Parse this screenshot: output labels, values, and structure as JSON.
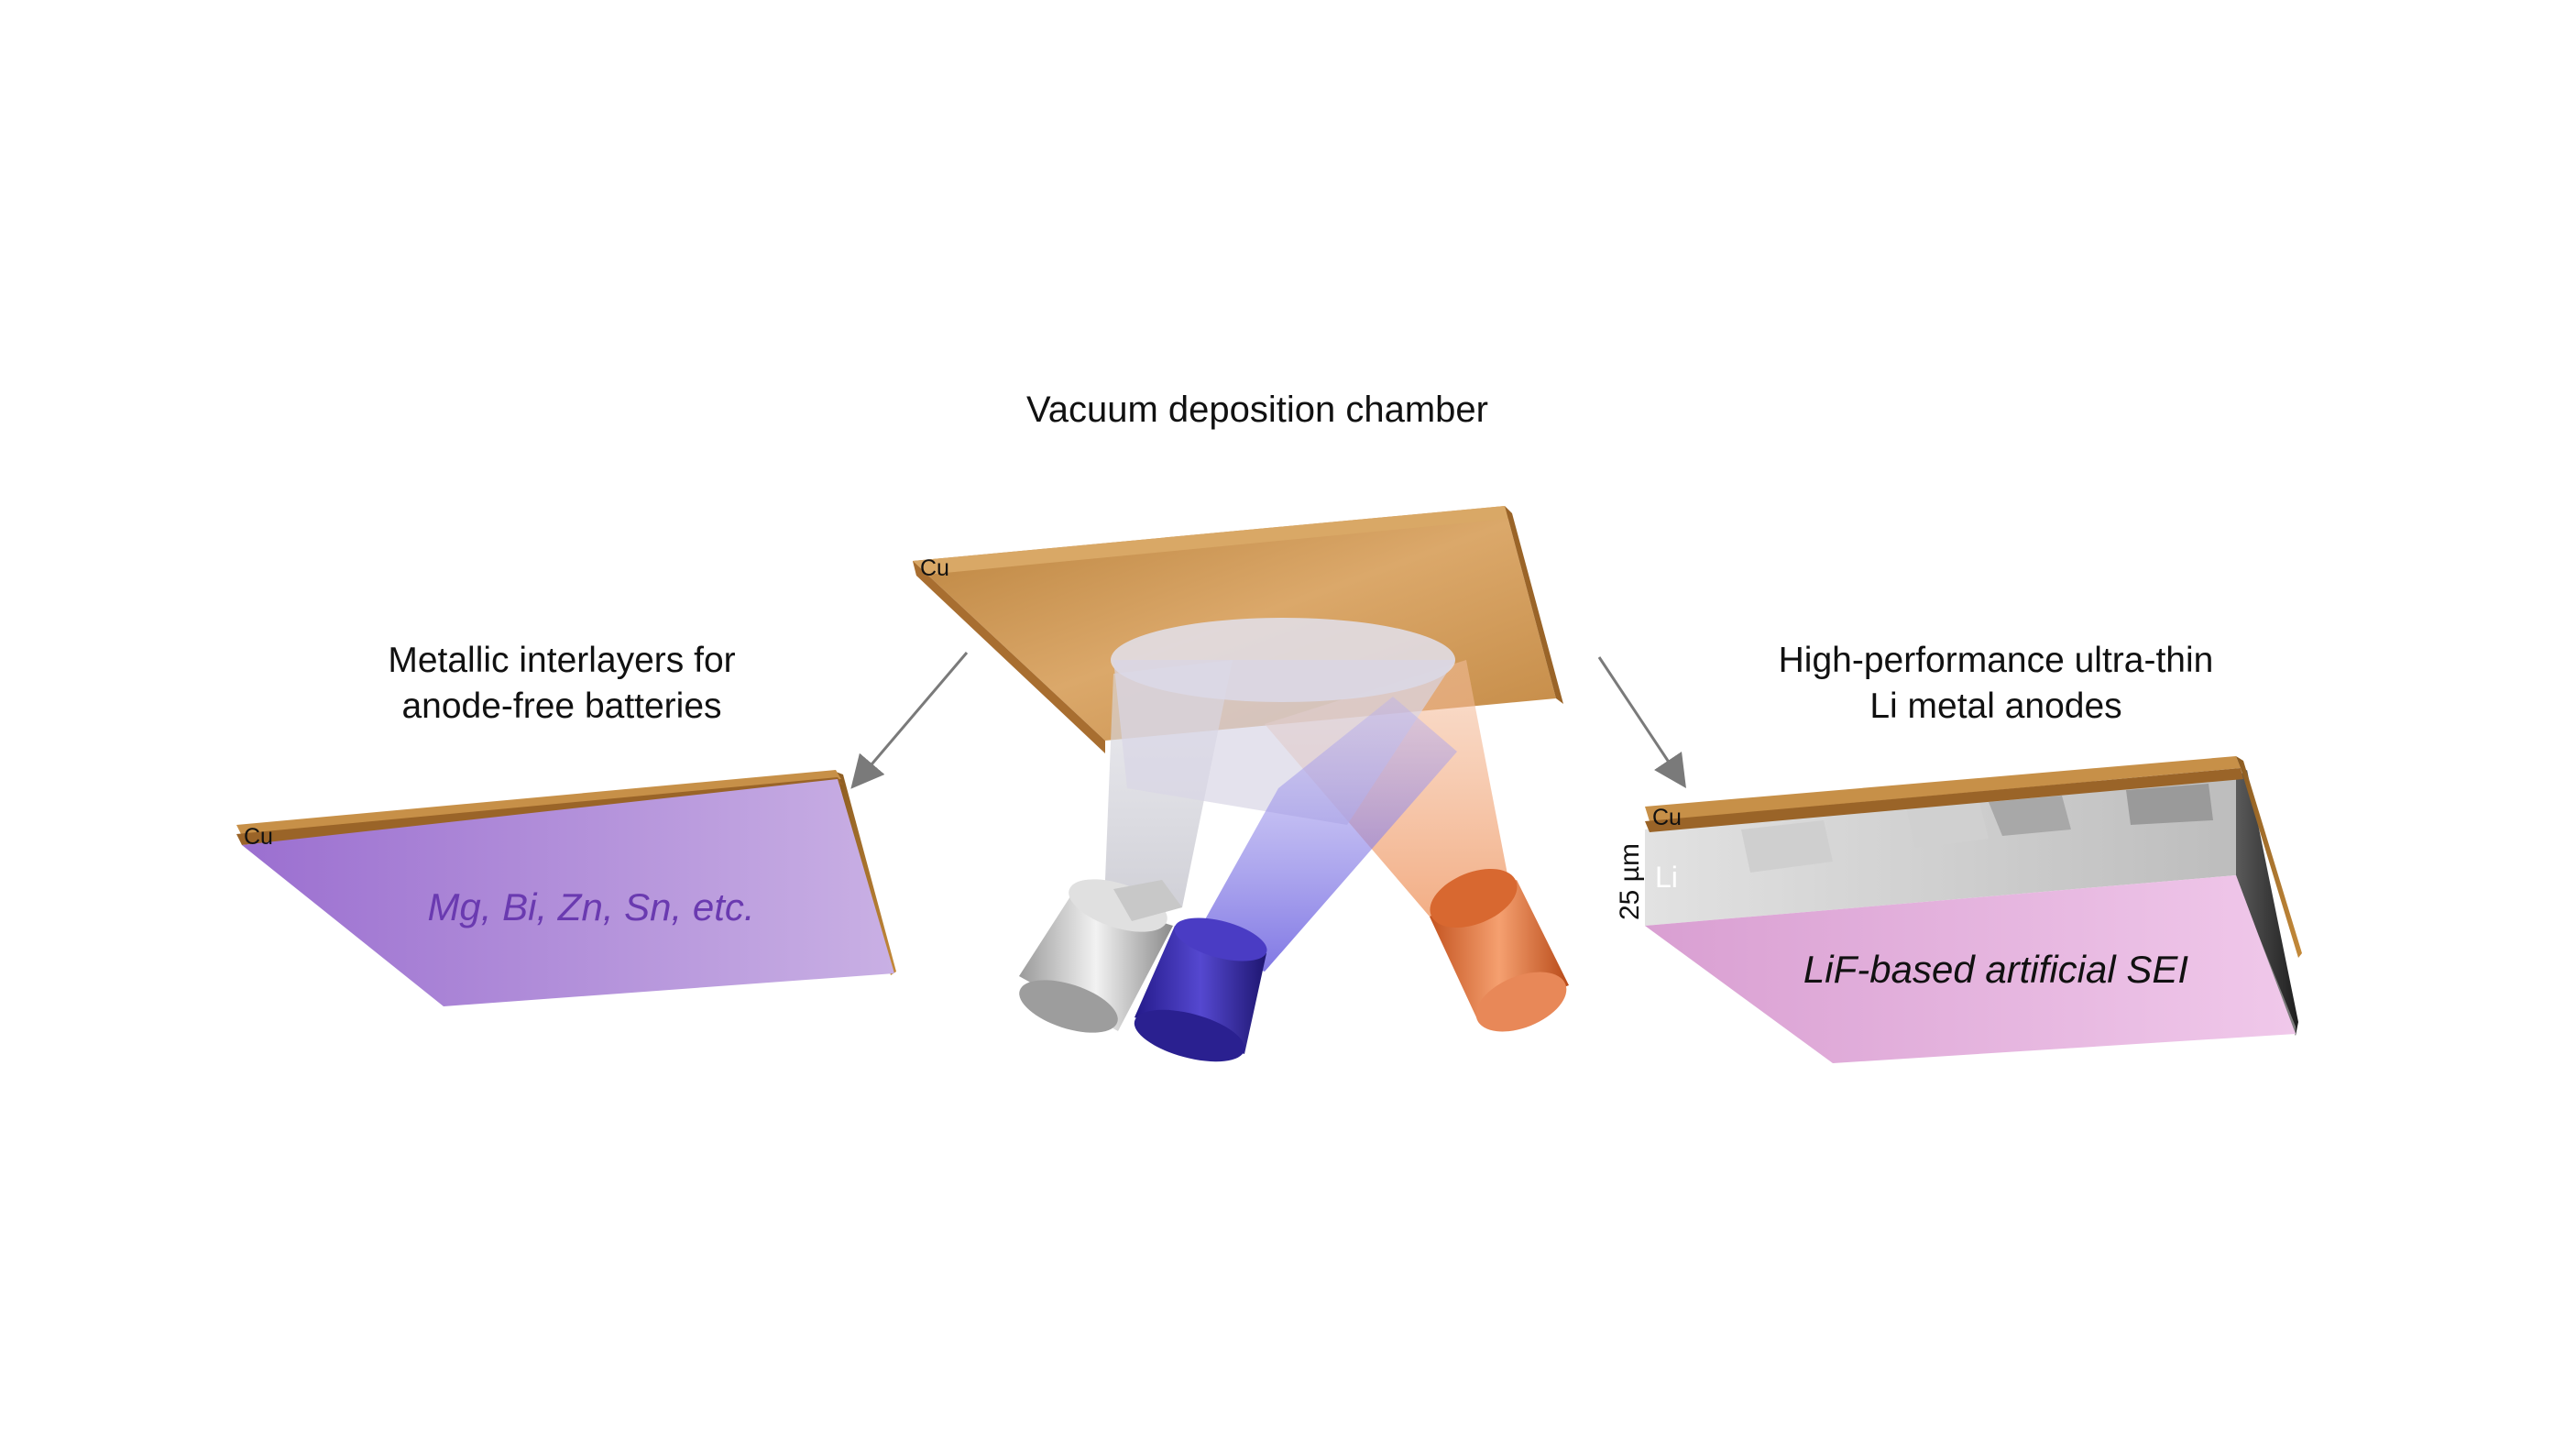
{
  "title": "Vacuum deposition chamber",
  "left_panel": {
    "caption_line1": "Metallic interlayers for",
    "caption_line2": "anode-free batteries",
    "substrate_label": "Cu",
    "coating_label": "Mg, Bi, Zn, Sn, etc.",
    "coating_color": "#a67fd0"
  },
  "center_panel": {
    "substrate_label": "Cu",
    "substrate_color": "#c8904a",
    "sources": [
      {
        "name": "silver-source",
        "color": "#c8c8c8"
      },
      {
        "name": "blue-source",
        "color": "#3a2fb0"
      },
      {
        "name": "orange-source",
        "color": "#e0743c"
      }
    ]
  },
  "right_panel": {
    "caption_line1": "High-performance ultra-thin",
    "caption_line2": "Li metal anodes",
    "substrate_label": "Cu",
    "li_label": "Li",
    "thickness_label": "25 µm",
    "coating_label": "LiF-based artificial SEI",
    "coating_color": "#e4aedb"
  }
}
